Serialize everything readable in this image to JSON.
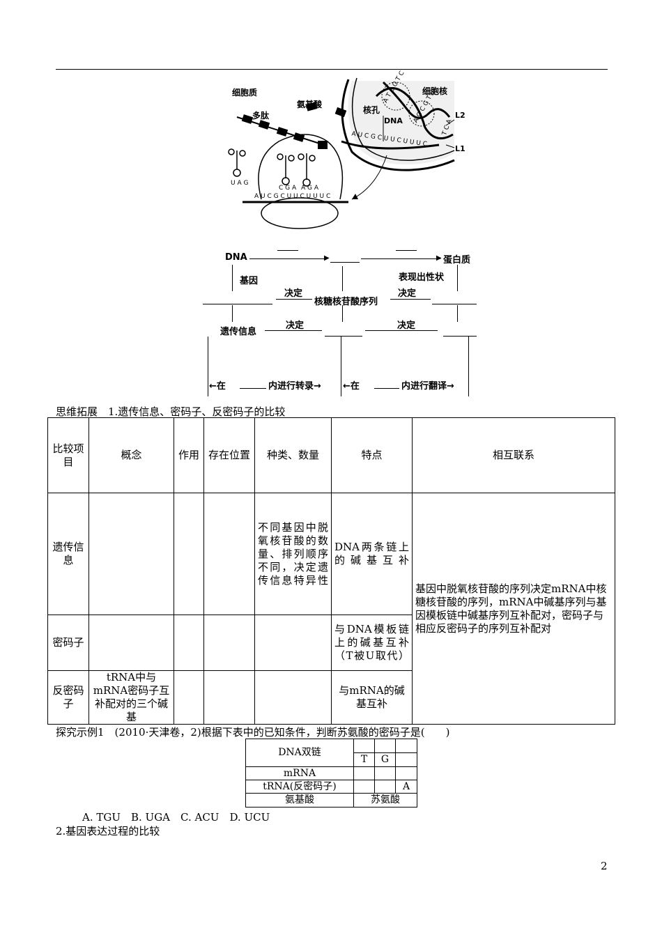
{
  "diagram": {
    "labels": {
      "cytoplasm": "细胞质",
      "polypeptide": "多肽",
      "amino_acid": "氨基酸",
      "nuclear_pore": "核孔",
      "nucleus": "细胞核",
      "dna": "DNA",
      "l2": "L2",
      "l1": "L1",
      "mrna_seq": "A U C G C U U C U U U C",
      "trna1": "U A G",
      "trna2": "C G A",
      "trna3": "A G A",
      "dna_top": "A T C G T C",
      "dna_mid": "A G C G T C",
      "dna_right": "T C A"
    }
  },
  "flow": {
    "dna": "DNA",
    "protein": "蛋白质",
    "gene": "基因",
    "show_trait": "表现出性状",
    "decide1": "决定",
    "nucleotide_seq": "核糖核苷酸序列",
    "decide2": "决定",
    "genetic_info": "遗传信息",
    "decide3": "决定",
    "decide4": "决定",
    "in1": "←在",
    "transcription": "内进行转录→",
    "in2": "←在",
    "translation": "内进行翻译→"
  },
  "section1_title": "思维拓展　1.遗传信息、密码子、反密码子的比较",
  "compare_table": {
    "headers": [
      "比较项目",
      "概念",
      "作用",
      "存在位置",
      "种类、数量",
      "特点",
      "相互联系"
    ],
    "rows": [
      {
        "name": "遗传信息",
        "concept": "",
        "role": "",
        "location": "",
        "kinds": "不同基因中脱氧核苷酸的数量、排列顺序不同，决定遗传信息特异性",
        "feature": "DNA两条链上的碱基互补"
      },
      {
        "name": "密码子",
        "concept": "",
        "role": "",
        "location": "",
        "kinds": "",
        "feature": "与DNA模板链上的碱基互补（T被U取代）"
      },
      {
        "name": "反密码子",
        "concept": "tRNA中与mRNA密码子互补配对的三个碱基",
        "role": "",
        "location": "",
        "kinds": "",
        "feature": "与mRNA的碱基互补"
      }
    ],
    "relation": "基因中脱氧核苷酸的序列决定mRNA中核糖核苷酸的序列，mRNA中碱基序列与基因模板链中碱基序列互补配对，密码子与相应反密码子的序列互补配对"
  },
  "example": {
    "text": "探究示例1　(2010·天津卷，2)根据下表中的已知条件，判断苏氨酸的密码子是(　　)",
    "table": {
      "dna": "DNA双链",
      "t": "T",
      "g": "G",
      "mrna": "mRNA",
      "trna": "tRNA(反密码子)",
      "a": "A",
      "aa": "氨基酸",
      "thr": "苏氨酸"
    },
    "options": "A. TGU　B. UGA　C. ACU　D. UCU"
  },
  "section2_title": "2.基因表达过程的比较",
  "page_number": "2"
}
